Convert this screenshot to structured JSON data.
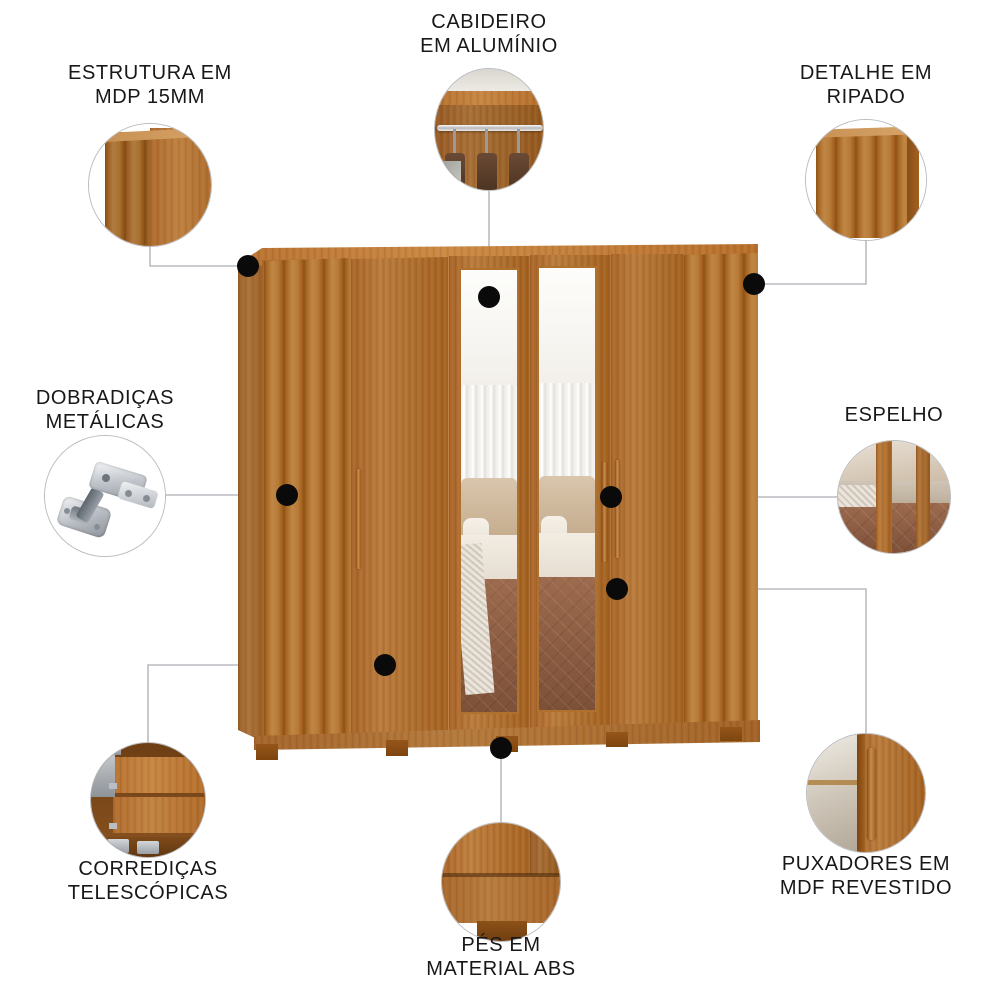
{
  "page": {
    "title": "Guarda-roupa - destaques do produto",
    "background_color": "#ffffff",
    "text_color": "#17181a",
    "accent_dot_color": "#0a0a0a",
    "line_color": "#b9bcc0",
    "wood_color": "#b0702f",
    "wood_dark_color": "#8d5219",
    "mirror_frame_color": "#b0712f"
  },
  "callouts": [
    {
      "id": "estrutura",
      "label": "ESTRUTURA EM\nMDP 15MM",
      "icon": "mdp-panel-edge-icon",
      "position": "top-left"
    },
    {
      "id": "cabideiro",
      "label": "CABIDEIRO\nEM ALUMÍNIO",
      "icon": "aluminium-hanger-rail-icon",
      "position": "top-center"
    },
    {
      "id": "ripado",
      "label": "DETALHE EM\nRIPADO",
      "icon": "slatted-panel-icon",
      "position": "top-right"
    },
    {
      "id": "dobradicas",
      "label": "DOBRADIÇAS\nMETÁLICAS",
      "icon": "metal-hinge-icon",
      "position": "middle-left"
    },
    {
      "id": "espelho",
      "label": "ESPELHO",
      "icon": "mirror-icon",
      "position": "middle-right"
    },
    {
      "id": "correidicas",
      "label": "CORREDIÇAS\nTELESCÓPICAS",
      "icon": "telescopic-drawer-slide-icon",
      "position": "bottom-left"
    },
    {
      "id": "pes",
      "label": "PÉS EM\nMATERIAL ABS",
      "icon": "abs-foot-icon",
      "position": "bottom-center"
    },
    {
      "id": "puxadores",
      "label": "PUXADORES EM\nMDF REVESTIDO",
      "icon": "mdf-handle-icon",
      "position": "bottom-right"
    }
  ],
  "product": {
    "name": "guarda-roupa-6-portas",
    "doors_count": 6,
    "mirror_doors": 2,
    "feet_count": 5,
    "finish": "madeira-amendoa"
  }
}
